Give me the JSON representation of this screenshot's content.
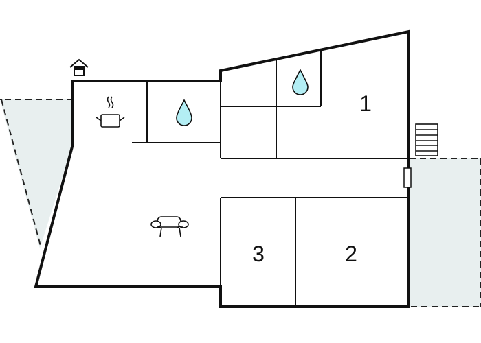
{
  "diagram": {
    "type": "floor-plan",
    "colors": {
      "wall": "#111111",
      "terrace_fill": "#e8efef",
      "water_fill": "#b3eef4",
      "background": "#ffffff"
    },
    "rooms": [
      {
        "id": "bedroom-1",
        "label": "1"
      },
      {
        "id": "bedroom-2",
        "label": "2"
      },
      {
        "id": "bedroom-3",
        "label": "3"
      }
    ],
    "icons": [
      {
        "name": "entrance-house-icon",
        "meaning": "entrance"
      },
      {
        "name": "kitchen-pot-icon",
        "meaning": "kitchen"
      },
      {
        "name": "bathroom-water-drop-icon",
        "meaning": "bathroom"
      },
      {
        "name": "bathroom-water-drop-icon",
        "meaning": "bathroom"
      },
      {
        "name": "living-room-sofa-icon",
        "meaning": "living room"
      },
      {
        "name": "stairs-icon",
        "meaning": "stairs"
      }
    ],
    "outdoor_areas": [
      {
        "id": "terrace-left",
        "style": "dashed outline, shaded"
      },
      {
        "id": "terrace-right",
        "style": "dashed outline, shaded"
      }
    ]
  }
}
